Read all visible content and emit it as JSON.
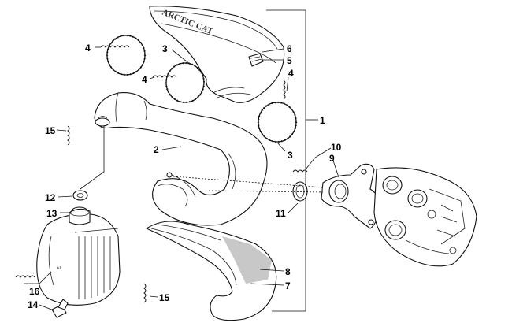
{
  "diagram": {
    "callouts": [
      "1",
      "2",
      "3",
      "3",
      "4",
      "4",
      "4",
      "5",
      "6",
      "7",
      "8",
      "9",
      "10",
      "11",
      "12",
      "13",
      "14",
      "15",
      "15",
      "16"
    ],
    "logo_text": "ARCTIC CAT"
  }
}
